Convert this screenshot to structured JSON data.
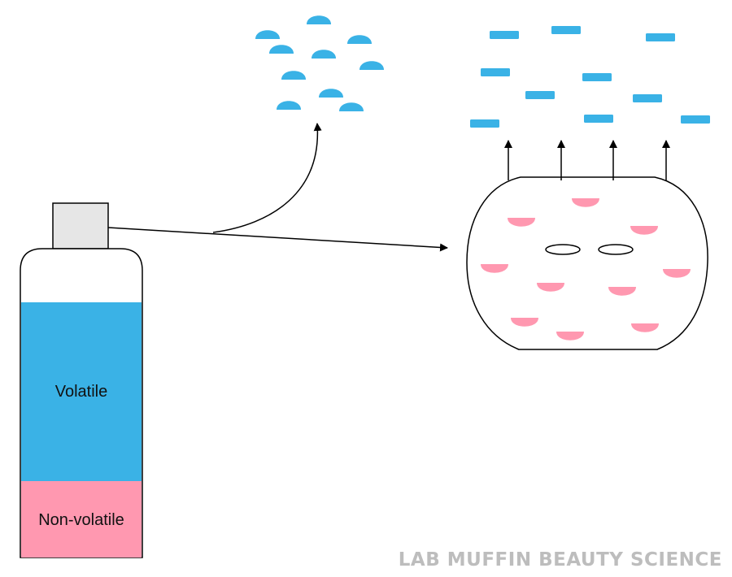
{
  "bottle": {
    "volatile_label": "Volatile",
    "nonvolatile_label": "Non-volatile"
  },
  "watermark": "LAB MUFFIN BEAUTY SCIENCE",
  "colors": {
    "volatile": "#3AB2E6",
    "nonvolatile": "#FF98B0",
    "cap": "#E6E6E6",
    "stroke": "#000000",
    "watermark": "#BDBDBD"
  }
}
